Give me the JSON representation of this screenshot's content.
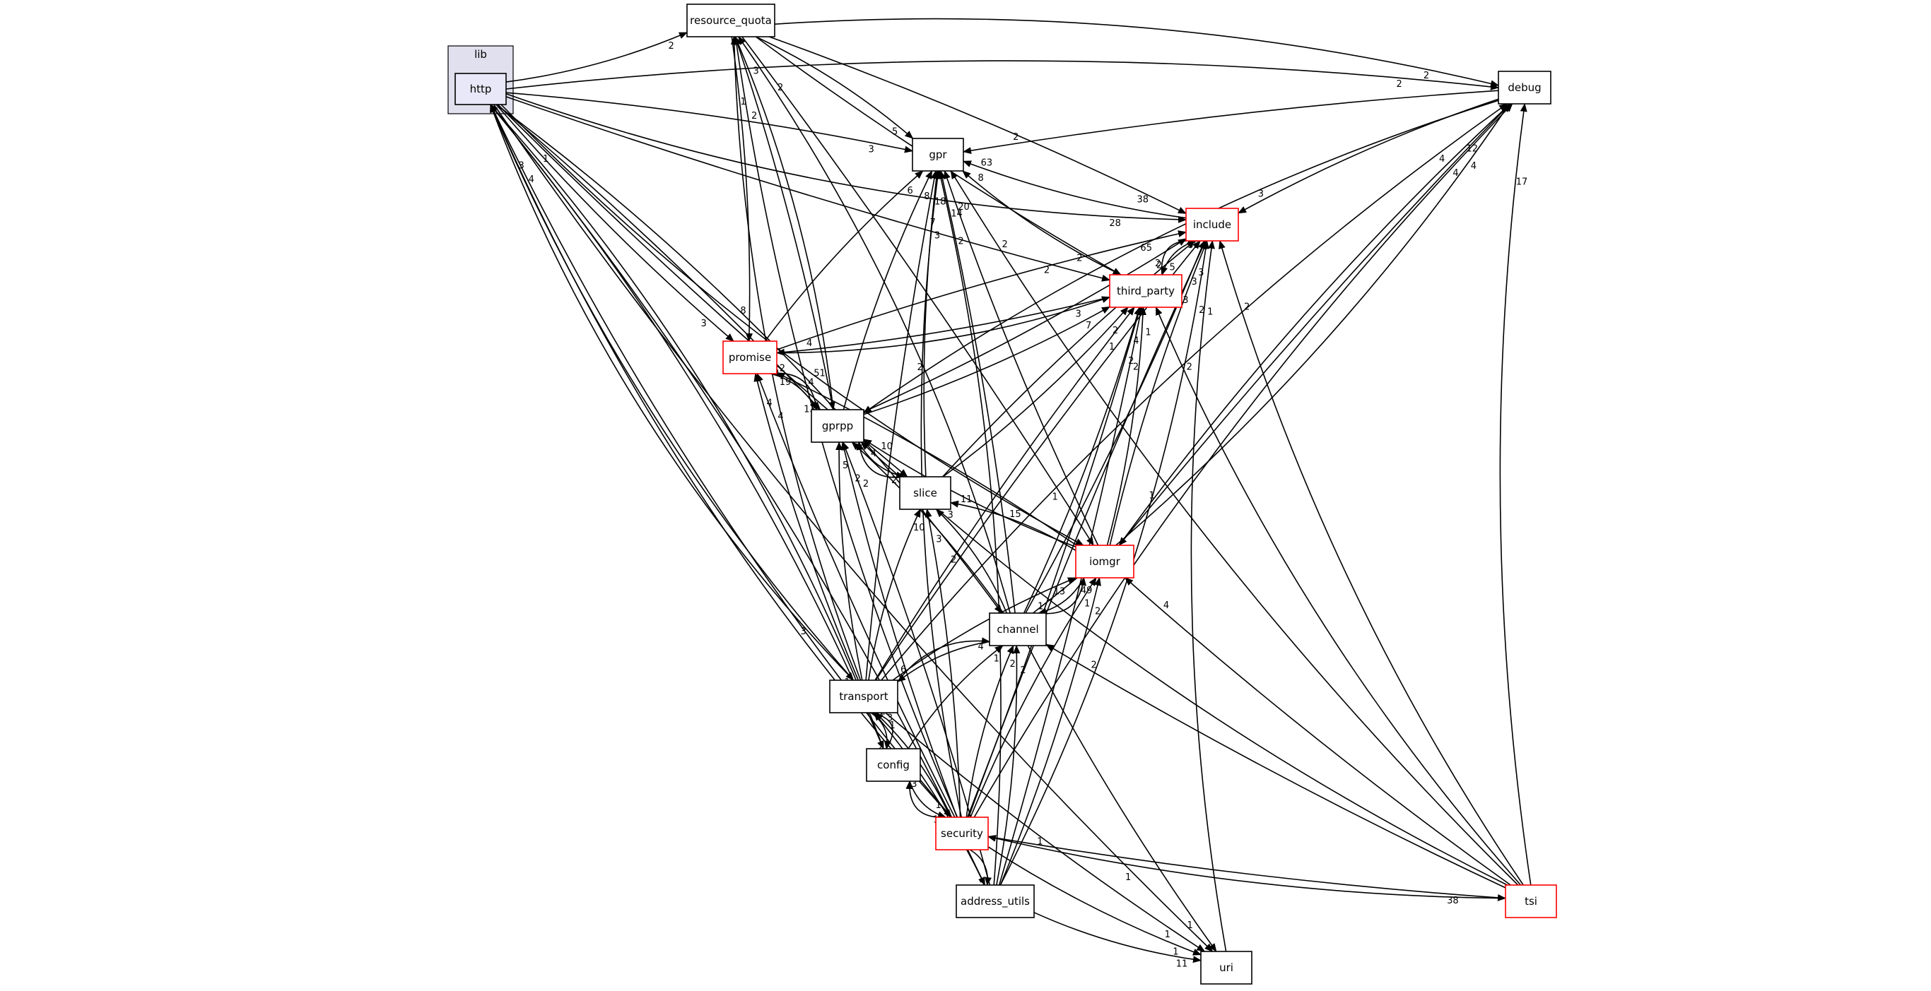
{
  "graph": {
    "cluster": {
      "label": "lib"
    },
    "nodes": [
      {
        "id": "resource_quota",
        "label": "resource_quota",
        "style": "plain"
      },
      {
        "id": "http",
        "label": "http",
        "style": "highlight"
      },
      {
        "id": "debug",
        "label": "debug",
        "style": "plain"
      },
      {
        "id": "gpr",
        "label": "gpr",
        "style": "plain"
      },
      {
        "id": "include",
        "label": "include",
        "style": "red"
      },
      {
        "id": "third_party",
        "label": "third_party",
        "style": "red"
      },
      {
        "id": "promise",
        "label": "promise",
        "style": "red"
      },
      {
        "id": "gprpp",
        "label": "gprpp",
        "style": "plain"
      },
      {
        "id": "slice",
        "label": "slice",
        "style": "plain"
      },
      {
        "id": "iomgr",
        "label": "iomgr",
        "style": "red"
      },
      {
        "id": "channel",
        "label": "channel",
        "style": "plain"
      },
      {
        "id": "transport",
        "label": "transport",
        "style": "plain"
      },
      {
        "id": "config",
        "label": "config",
        "style": "plain"
      },
      {
        "id": "security",
        "label": "security",
        "style": "red"
      },
      {
        "id": "address_utils",
        "label": "address_utils",
        "style": "plain"
      },
      {
        "id": "tsi",
        "label": "tsi",
        "style": "red"
      },
      {
        "id": "uri",
        "label": "uri",
        "style": "plain"
      }
    ],
    "edges": [
      {
        "from": "http",
        "to": "resource_quota",
        "label": "2"
      },
      {
        "from": "http",
        "to": "debug",
        "label": "2"
      },
      {
        "from": "http",
        "to": "gpr",
        "label": "3"
      },
      {
        "from": "http",
        "to": "include",
        "label": "28"
      },
      {
        "from": "http",
        "to": "third_party",
        "label": "2"
      },
      {
        "from": "http",
        "to": "promise",
        "label": "3"
      },
      {
        "from": "http",
        "to": "gprpp",
        "label": "19"
      },
      {
        "from": "http",
        "to": "slice",
        "label": "2"
      },
      {
        "from": "http",
        "to": "iomgr",
        "label": "15"
      },
      {
        "from": "http",
        "to": "channel",
        "label": "2"
      },
      {
        "from": "http",
        "to": "transport",
        "label": "3"
      },
      {
        "from": "http",
        "to": "config",
        "label": "1"
      },
      {
        "from": "http",
        "to": "security",
        "label": "6"
      },
      {
        "from": "http",
        "to": "address_utils",
        "label": "1"
      },
      {
        "from": "http",
        "to": "uri",
        "label": "1"
      },
      {
        "from": "resource_quota",
        "to": "gpr",
        "label": "5"
      },
      {
        "from": "resource_quota",
        "to": "debug",
        "label": "2"
      },
      {
        "from": "resource_quota",
        "to": "include",
        "label": "38"
      },
      {
        "from": "resource_quota",
        "to": "third_party",
        "label": "2"
      },
      {
        "from": "resource_quota",
        "to": "promise",
        "label": "8"
      },
      {
        "from": "resource_quota",
        "to": "gprpp",
        "label": "51"
      },
      {
        "from": "resource_quota",
        "to": "iomgr",
        "label": "1"
      },
      {
        "from": "debug",
        "to": "gpr",
        "label": "2"
      },
      {
        "from": "debug",
        "to": "include",
        "label": "3"
      },
      {
        "from": "debug",
        "to": "gprpp",
        "label": "2"
      },
      {
        "from": "debug",
        "to": "iomgr",
        "label": "1"
      },
      {
        "from": "include",
        "to": "gpr",
        "label": "63"
      },
      {
        "from": "include",
        "to": "third_party",
        "label": "2"
      },
      {
        "from": "third_party",
        "to": "gpr",
        "label": "8"
      },
      {
        "from": "third_party",
        "to": "include",
        "label": "35"
      },
      {
        "from": "third_party",
        "to": "promise",
        "label": "4"
      },
      {
        "from": "promise",
        "to": "gpr",
        "label": "6"
      },
      {
        "from": "promise",
        "to": "include",
        "label": "65"
      },
      {
        "from": "promise",
        "to": "third_party",
        "label": "3"
      },
      {
        "from": "promise",
        "to": "gprpp",
        "label": "13"
      },
      {
        "from": "gprpp",
        "to": "gpr",
        "label": "8"
      },
      {
        "from": "gprpp",
        "to": "resource_quota",
        "label": "3"
      },
      {
        "from": "gprpp",
        "to": "include",
        "label": "2"
      },
      {
        "from": "gprpp",
        "to": "third_party",
        "label": "7"
      },
      {
        "from": "gprpp",
        "to": "promise",
        "label": "2"
      },
      {
        "from": "gprpp",
        "to": "slice",
        "label": "2"
      },
      {
        "from": "slice",
        "to": "gpr",
        "label": "18"
      },
      {
        "from": "slice",
        "to": "include",
        "label": "5"
      },
      {
        "from": "slice",
        "to": "third_party",
        "label": "2"
      },
      {
        "from": "slice",
        "to": "gprpp",
        "label": "7"
      },
      {
        "from": "iomgr",
        "to": "gpr",
        "label": "20"
      },
      {
        "from": "iomgr",
        "to": "include",
        "label": "3"
      },
      {
        "from": "iomgr",
        "to": "third_party",
        "label": "1"
      },
      {
        "from": "iomgr",
        "to": "debug",
        "label": "12"
      },
      {
        "from": "iomgr",
        "to": "promise",
        "label": "4"
      },
      {
        "from": "iomgr",
        "to": "gprpp",
        "label": "10"
      },
      {
        "from": "iomgr",
        "to": "slice",
        "label": "11"
      },
      {
        "from": "iomgr",
        "to": "channel",
        "label": "1"
      },
      {
        "from": "channel",
        "to": "resource_quota",
        "label": "2"
      },
      {
        "from": "channel",
        "to": "gpr",
        "label": "14"
      },
      {
        "from": "channel",
        "to": "debug",
        "label": "4"
      },
      {
        "from": "channel",
        "to": "include",
        "label": "3"
      },
      {
        "from": "channel",
        "to": "third_party",
        "label": "4"
      },
      {
        "from": "channel",
        "to": "gprpp",
        "label": "4"
      },
      {
        "from": "channel",
        "to": "slice",
        "label": "3"
      },
      {
        "from": "channel",
        "to": "iomgr",
        "label": "49"
      },
      {
        "from": "channel",
        "to": "transport",
        "label": "6"
      },
      {
        "from": "channel",
        "to": "uri",
        "label": "1"
      },
      {
        "from": "transport",
        "to": "resource_quota",
        "label": "1"
      },
      {
        "from": "transport",
        "to": "gpr",
        "label": "7"
      },
      {
        "from": "transport",
        "to": "debug",
        "label": "4"
      },
      {
        "from": "transport",
        "to": "include",
        "label": "3"
      },
      {
        "from": "transport",
        "to": "third_party",
        "label": "1"
      },
      {
        "from": "transport",
        "to": "promise",
        "label": "4"
      },
      {
        "from": "transport",
        "to": "gprpp",
        "label": "5"
      },
      {
        "from": "transport",
        "to": "slice",
        "label": "10"
      },
      {
        "from": "transport",
        "to": "iomgr",
        "label": "13"
      },
      {
        "from": "transport",
        "to": "channel",
        "label": "4"
      },
      {
        "from": "transport",
        "to": "http",
        "label": "3"
      },
      {
        "from": "transport",
        "to": "config",
        "label": "2"
      },
      {
        "from": "transport",
        "to": "uri",
        "label": "1"
      },
      {
        "from": "config",
        "to": "transport",
        "label": "2"
      },
      {
        "from": "config",
        "to": "channel",
        "label": "1"
      },
      {
        "from": "config",
        "to": "http",
        "label": "1"
      },
      {
        "from": "config",
        "to": "security",
        "label": "1"
      },
      {
        "from": "security",
        "to": "resource_quota",
        "label": "2"
      },
      {
        "from": "security",
        "to": "gpr",
        "label": "3"
      },
      {
        "from": "security",
        "to": "debug",
        "label": "4"
      },
      {
        "from": "security",
        "to": "include",
        "label": "3"
      },
      {
        "from": "security",
        "to": "third_party",
        "label": "2"
      },
      {
        "from": "security",
        "to": "promise",
        "label": "4"
      },
      {
        "from": "security",
        "to": "gprpp",
        "label": "2"
      },
      {
        "from": "security",
        "to": "slice",
        "label": "3"
      },
      {
        "from": "security",
        "to": "iomgr",
        "label": "1"
      },
      {
        "from": "security",
        "to": "channel",
        "label": "2"
      },
      {
        "from": "security",
        "to": "transport",
        "label": "3"
      },
      {
        "from": "security",
        "to": "config",
        "label": "3"
      },
      {
        "from": "security",
        "to": "http",
        "label": "4"
      },
      {
        "from": "security",
        "to": "tsi",
        "label": "38"
      },
      {
        "from": "security",
        "to": "address_utils",
        "label": "5"
      },
      {
        "from": "security",
        "to": "uri",
        "label": "1"
      },
      {
        "from": "address_utils",
        "to": "gpr",
        "label": "2"
      },
      {
        "from": "address_utils",
        "to": "include",
        "label": "2"
      },
      {
        "from": "address_utils",
        "to": "third_party",
        "label": "2"
      },
      {
        "from": "address_utils",
        "to": "gprpp",
        "label": "2"
      },
      {
        "from": "address_utils",
        "to": "iomgr",
        "label": "2"
      },
      {
        "from": "address_utils",
        "to": "channel",
        "label": "2"
      },
      {
        "from": "address_utils",
        "to": "transport",
        "label": "1"
      },
      {
        "from": "address_utils",
        "to": "uri",
        "label": "11"
      },
      {
        "from": "tsi",
        "to": "gpr",
        "label": "2"
      },
      {
        "from": "tsi",
        "to": "debug",
        "label": "17"
      },
      {
        "from": "tsi",
        "to": "include",
        "label": "2"
      },
      {
        "from": "tsi",
        "to": "third_party",
        "label": "2"
      },
      {
        "from": "tsi",
        "to": "gprpp",
        "label": "2"
      },
      {
        "from": "tsi",
        "to": "iomgr",
        "label": "4"
      },
      {
        "from": "tsi",
        "to": "channel",
        "label": "2"
      },
      {
        "from": "tsi",
        "to": "security",
        "label": "1"
      },
      {
        "from": "uri",
        "to": "include",
        "label": "1"
      }
    ]
  }
}
